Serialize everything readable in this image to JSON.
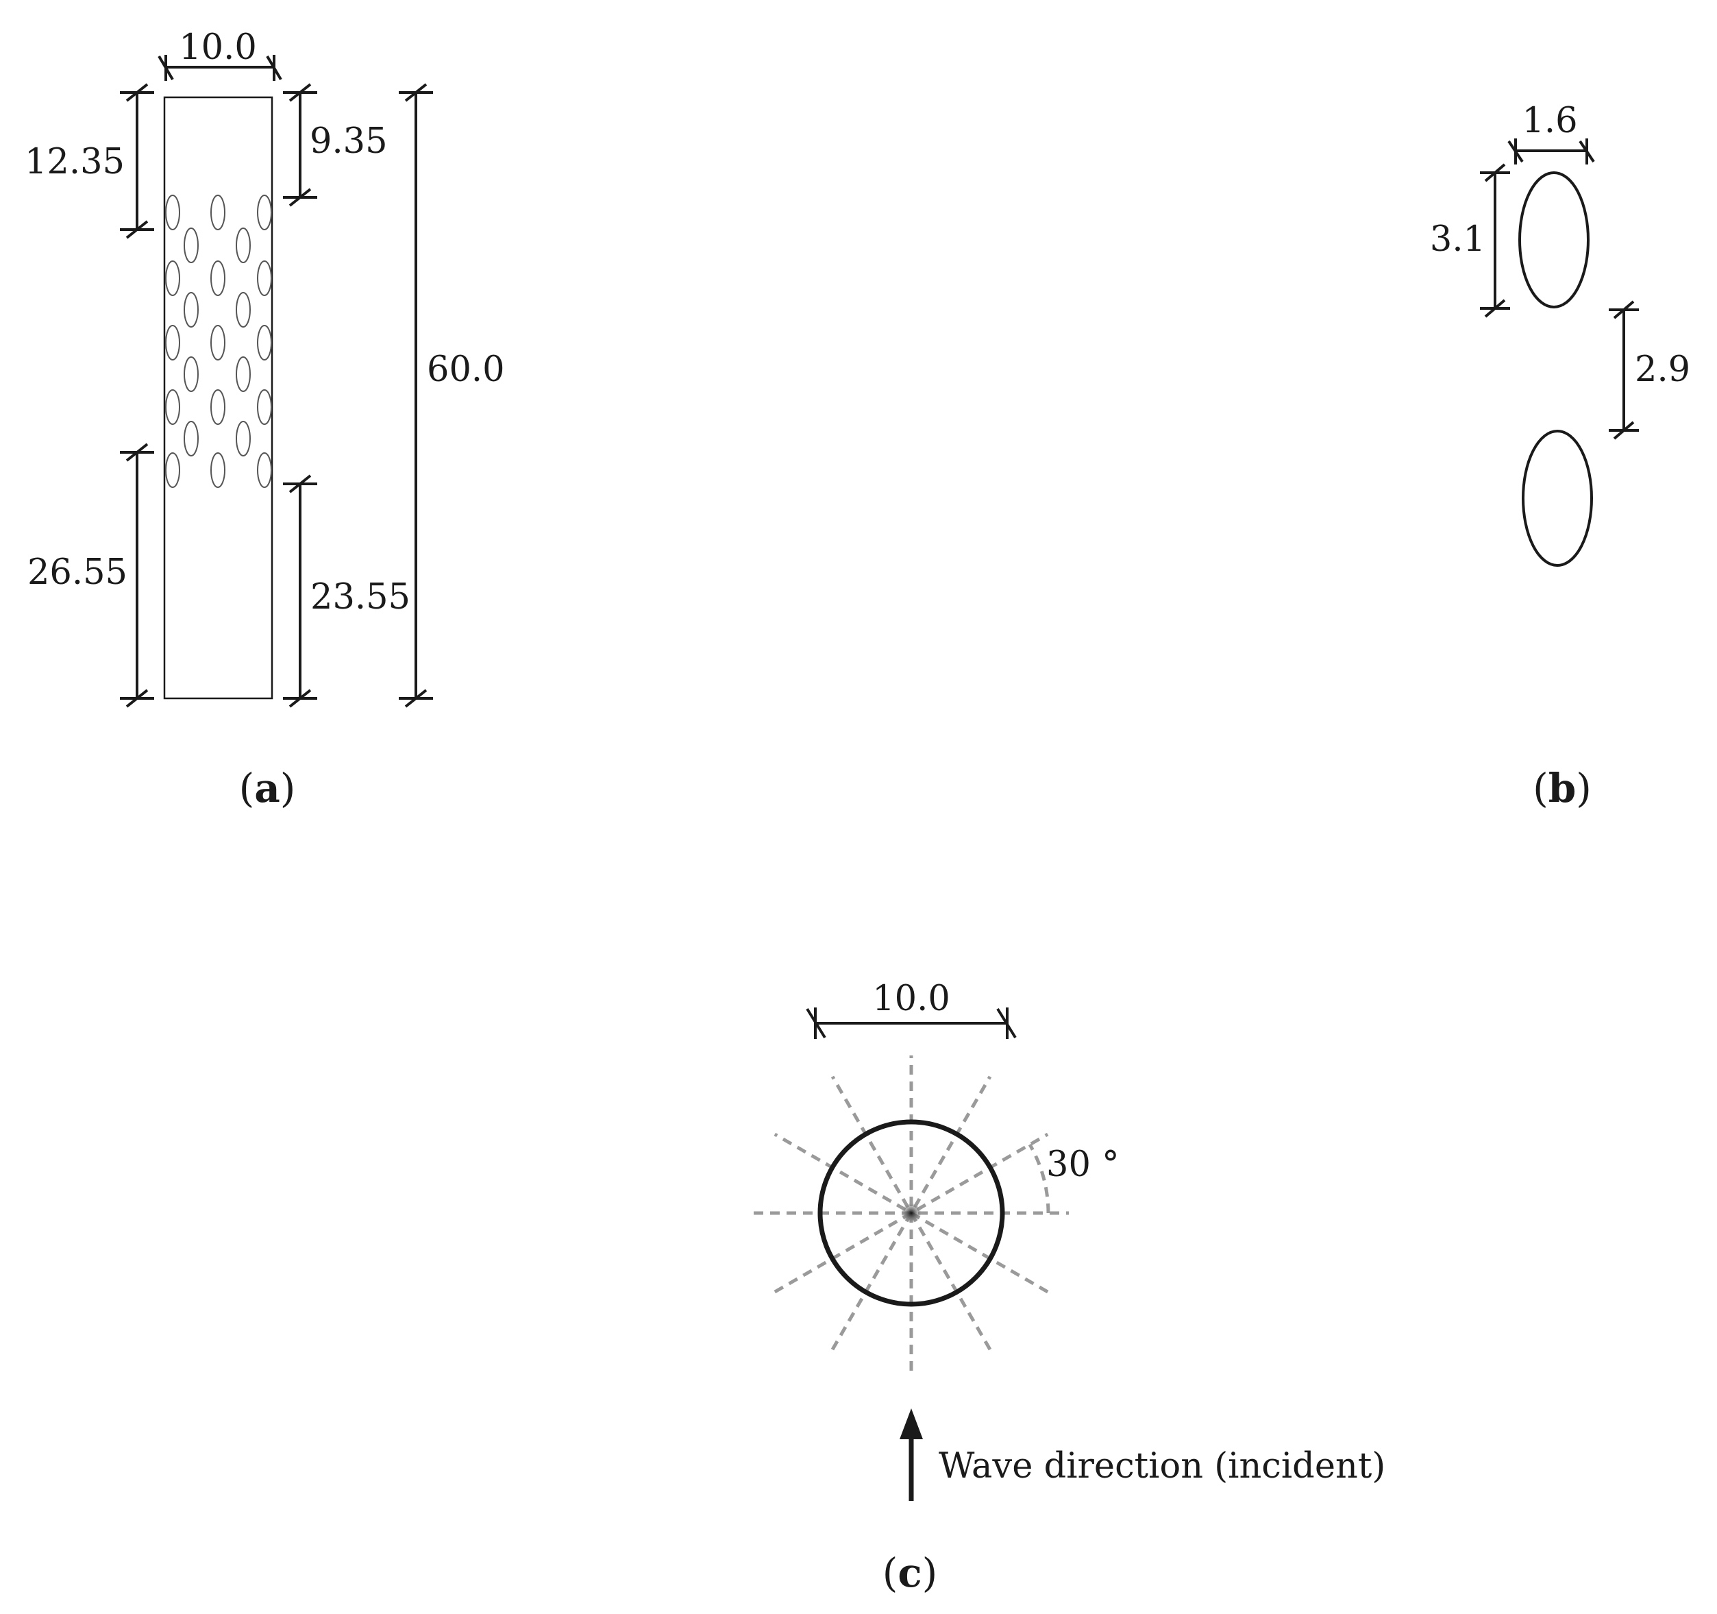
{
  "panel_a": {
    "label": "a",
    "top_width": "10.0",
    "left_top": "12.35",
    "right_top": "9.35",
    "total_height": "60.0",
    "left_bottom": "26.55",
    "right_bottom": "23.55"
  },
  "panel_b": {
    "label": "b",
    "hole_width": "1.6",
    "hole_height": "3.1",
    "hole_spacing": "2.9"
  },
  "panel_c": {
    "label": "c",
    "diameter": "10.0",
    "angle": "30 °",
    "wave_label": "Wave direction (incident)"
  }
}
